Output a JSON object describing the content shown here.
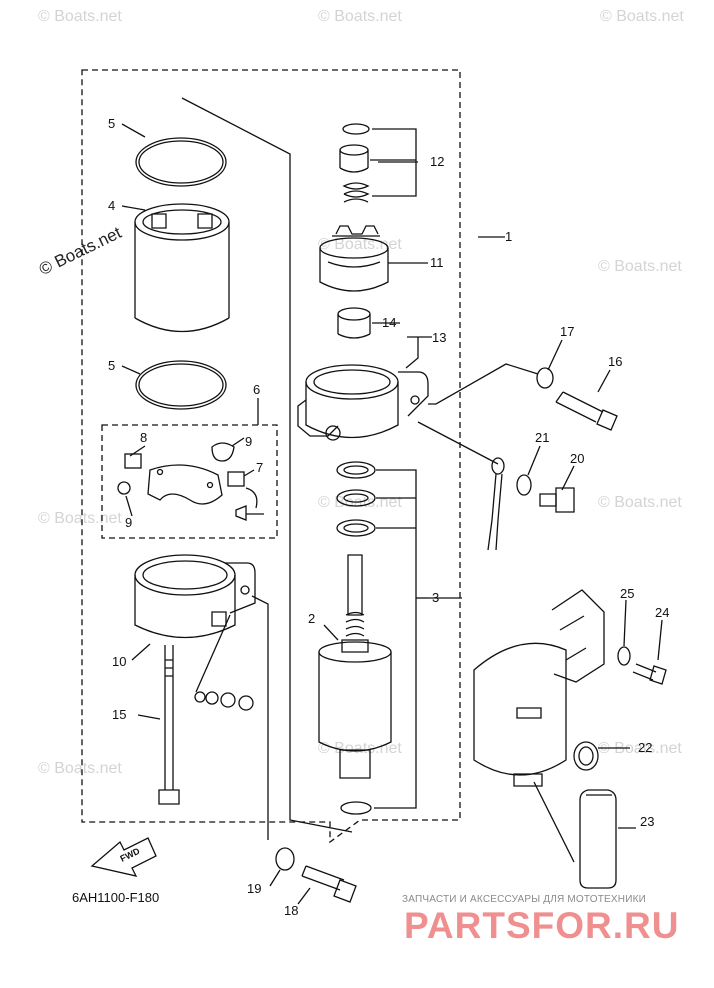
{
  "watermarks": {
    "copyright": "© Boats.net",
    "faint": "© Boats.net"
  },
  "part_labels": [
    "1",
    "2",
    "3",
    "4",
    "5",
    "5",
    "6",
    "7",
    "8",
    "9",
    "9",
    "10",
    "11",
    "12",
    "13",
    "14",
    "15",
    "16",
    "17",
    "18",
    "19",
    "20",
    "21",
    "22",
    "23",
    "24",
    "25"
  ],
  "fwd_label": "FWD",
  "diagram_code": "6AH1100-F180",
  "footer": {
    "subtitle": "ЗАПЧАСТИ И АКСЕССУАРЫ ДЛЯ МОТОТЕХНИКИ",
    "brand": "PARTSFOR.RU"
  },
  "colors": {
    "line": "#111111",
    "watermark": "#d4d4d4",
    "brand": "#ef8f8f"
  }
}
